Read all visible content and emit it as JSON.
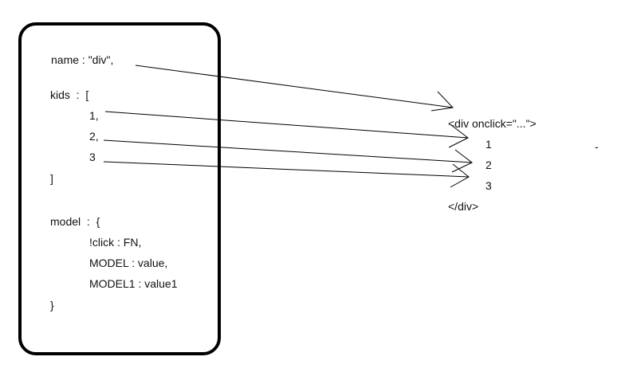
{
  "object": {
    "name_line": "name : \"div\",",
    "kids_open": "kids  :  [",
    "kids": [
      "1,",
      "2,",
      "3"
    ],
    "kids_close": "]",
    "model_open": "model  :  {",
    "model_entries": [
      "!click : FN,",
      "MODEL : value,",
      "MODEL1 : value1"
    ],
    "model_close": "}"
  },
  "dom": {
    "open_tag": "<div onclick=\"...\">",
    "children": [
      "1",
      "2",
      "3"
    ],
    "close_tag": "</div>",
    "stray_mark": "-"
  }
}
